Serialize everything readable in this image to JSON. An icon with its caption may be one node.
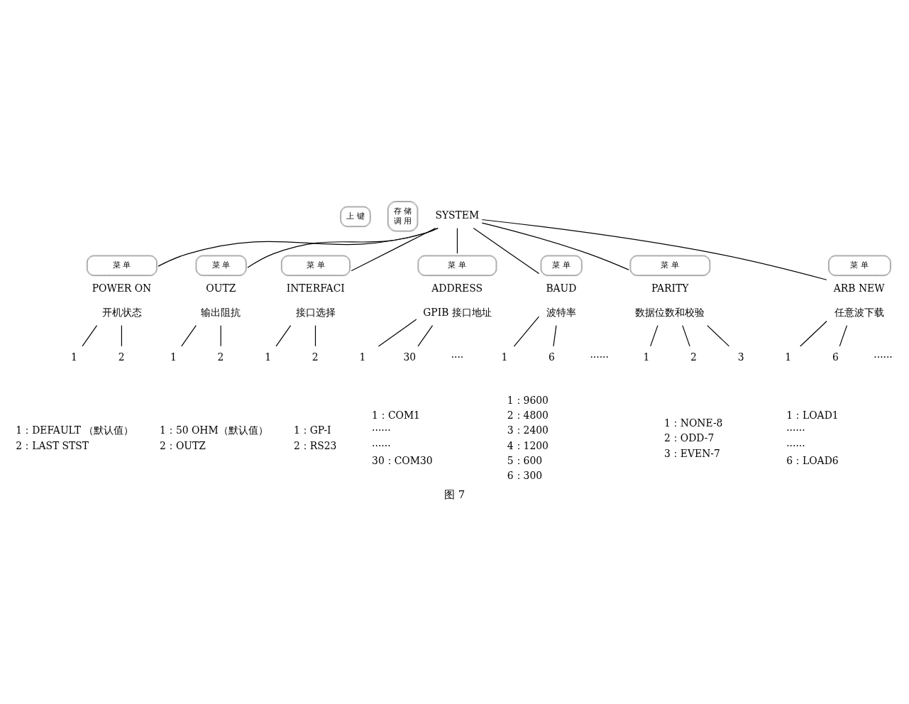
{
  "diagram": {
    "caption": "图 7",
    "nodes": [
      {
        "text": [
          "上 键"
        ]
      },
      {
        "text": [
          "存 储",
          "调 用"
        ]
      },
      {
        "text": [
          "SYSTEM"
        ]
      },
      {
        "text": [
          "菜 单"
        ],
        "beside": [
          "POWER ON",
          "开机状态"
        ]
      },
      {
        "text": [
          "菜 单"
        ],
        "beside": [
          "OUTZ",
          "输出阻抗"
        ]
      },
      {
        "text": [
          "菜 单"
        ],
        "beside": [
          "INTERFACI",
          "接口选择"
        ]
      },
      {
        "text": [
          "菜 单"
        ],
        "beside": [
          "ADDRESS",
          "GPIB 接口地址"
        ]
      },
      {
        "text": [
          "菜 单"
        ],
        "beside": [
          "BAUD",
          "波特率"
        ]
      },
      {
        "text": [
          "菜 单"
        ],
        "beside": [
          "PARITY",
          "数据位数和校验"
        ]
      },
      {
        "text": [
          "菜 单"
        ],
        "beside": [
          "ARB NEW",
          "任意波下载"
        ]
      },
      {
        "text": [
          "1"
        ]
      },
      {
        "text": [
          "2"
        ]
      },
      {
        "text": [
          "1"
        ]
      },
      {
        "text": [
          "2"
        ]
      },
      {
        "text": [
          "1"
        ]
      },
      {
        "text": [
          "2"
        ]
      },
      {
        "text": [
          "1"
        ]
      },
      {
        "text": [
          "30"
        ]
      },
      {
        "text": [
          "1"
        ]
      },
      {
        "text": [
          "6"
        ]
      },
      {
        "text": [
          "1"
        ]
      },
      {
        "text": [
          "2"
        ]
      },
      {
        "text": [
          "3"
        ]
      },
      {
        "text": [
          "1"
        ]
      },
      {
        "text": [
          "6"
        ]
      }
    ],
    "edges": [
      {
        "from": 2,
        "to": 3,
        "arrow": "none"
      },
      {
        "from": 2,
        "to": 4,
        "arrow": "none"
      },
      {
        "from": 2,
        "to": 5,
        "arrow": "none"
      },
      {
        "from": 2,
        "to": 6,
        "arrow": "none"
      },
      {
        "from": 2,
        "to": 7,
        "arrow": "none"
      },
      {
        "from": 2,
        "to": 8,
        "arrow": "none"
      },
      {
        "from": 2,
        "to": 9,
        "arrow": "none"
      },
      {
        "from": 3,
        "to": 10,
        "arrow": "none"
      },
      {
        "from": 3,
        "to": 11,
        "arrow": "none"
      },
      {
        "from": 4,
        "to": 12,
        "arrow": "none"
      },
      {
        "from": 4,
        "to": 13,
        "arrow": "none"
      },
      {
        "from": 5,
        "to": 14,
        "arrow": "none"
      },
      {
        "from": 5,
        "to": 15,
        "arrow": "none"
      },
      {
        "from": 6,
        "to": 16,
        "arrow": "none"
      },
      {
        "from": 6,
        "to": 17,
        "arrow": "none"
      },
      {
        "from": 7,
        "to": 18,
        "arrow": "none"
      },
      {
        "from": 7,
        "to": 19,
        "arrow": "none"
      },
      {
        "from": 8,
        "to": 20,
        "arrow": "none"
      },
      {
        "from": 8,
        "to": 21,
        "arrow": "none"
      },
      {
        "from": 8,
        "to": 22,
        "arrow": "none"
      },
      {
        "from": 9,
        "to": 23,
        "arrow": "none"
      },
      {
        "from": 9,
        "to": 24,
        "arrow": "none"
      }
    ],
    "labels": [
      "····",
      "······",
      "······",
      "1：DEFAULT （默认值）",
      "2：LAST STST",
      "1：50 OHM（默认值）",
      "2：OUTZ",
      "1：GP-I",
      "2：RS23",
      "1：COM1",
      "······",
      "······",
      "30：COM30",
      "1：9600",
      "2：4800",
      "3：2400",
      "4：1200",
      "5：600",
      "6：300",
      "1：NONE-8",
      "2：ODD-7",
      "3：EVEN-7",
      "1：LOAD1",
      "······",
      "······",
      "6：LOAD6"
    ]
  }
}
